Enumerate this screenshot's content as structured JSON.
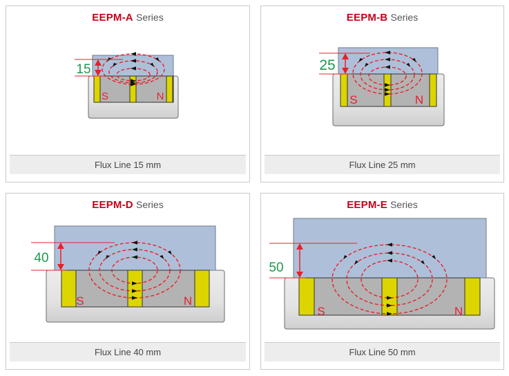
{
  "colors": {
    "title_red": "#c8001a",
    "plate_blue": "#aec0d9",
    "magnet_gray": "#b3b3b3",
    "pole_yellow": "#dcd500",
    "housing_gray": "#e4e4e4",
    "flux_red": "#e8202a",
    "dimension_green": "#1b9a4c",
    "caption_bg": "#ededed"
  },
  "cards": [
    {
      "model": "EEPM-A",
      "series_label": "Series",
      "dimension_value": "15",
      "pole_left": "S",
      "pole_right": "N",
      "caption": "Flux Line 15 mm"
    },
    {
      "model": "EEPM-B",
      "series_label": "Series",
      "dimension_value": "25",
      "pole_left": "S",
      "pole_right": "N",
      "caption": "Flux Line 25 mm"
    },
    {
      "model": "EEPM-D",
      "series_label": "Series",
      "dimension_value": "40",
      "pole_left": "S",
      "pole_right": "N",
      "caption": "Flux Line 40 mm"
    },
    {
      "model": "EEPM-E",
      "series_label": "Series",
      "dimension_value": "50",
      "pole_left": "S",
      "pole_right": "N",
      "caption": "Flux Line 50 mm"
    }
  ]
}
